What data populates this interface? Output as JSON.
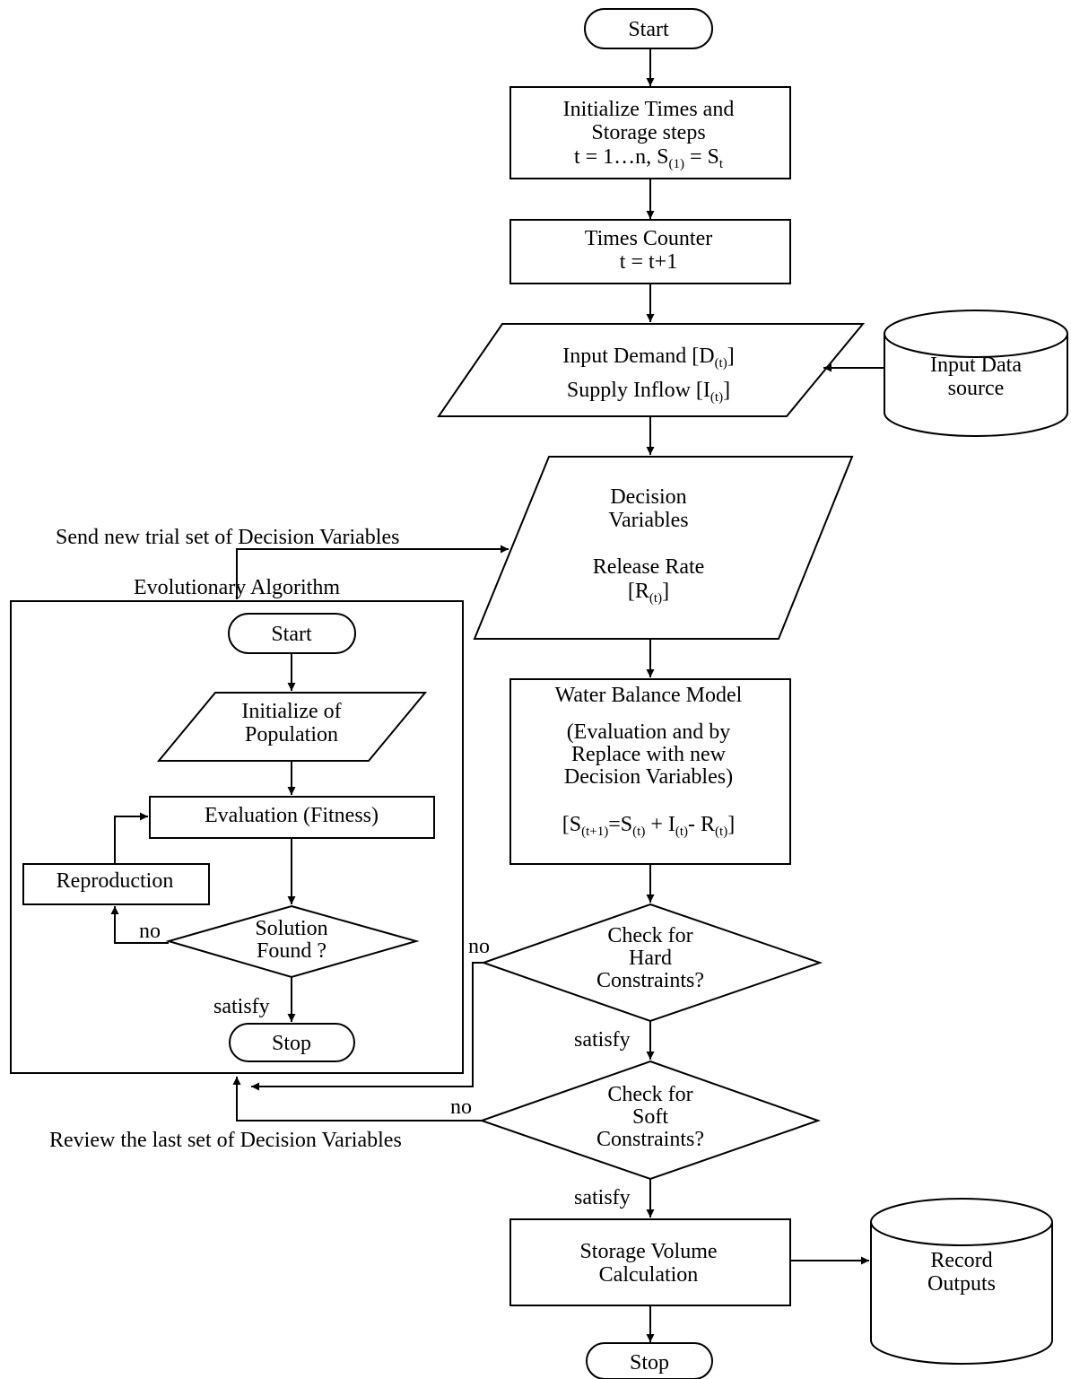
{
  "flow": {
    "start": "Start",
    "init_times": {
      "line1": "Initialize Times and",
      "line2": "Storage steps",
      "line3": "t = 1…n, S",
      "s_sub": "(1)",
      "eq": " = S",
      "t_sub": "t"
    },
    "counter": {
      "line1": "Times Counter",
      "line2": "t = t+1"
    },
    "input": {
      "demand": "Input Demand [D",
      "demand_sub": "(t)",
      "demand_close": "]",
      "inflow": "Supply Inflow [I",
      "inflow_sub": "(t)",
      "inflow_close": "]"
    },
    "datasource": {
      "line1": "Input Data",
      "line2": "source"
    },
    "decision": {
      "line1": "Decision",
      "line2": "Variables",
      "line3": "Release Rate",
      "line4": "[R",
      "line4_sub": "(t)",
      "line4_close": "]"
    },
    "model": {
      "line1": "Water Balance  Model",
      "line2": "(Evaluation and by",
      "line3": "Replace with new",
      "line4": "Decision Variables)",
      "eq_a": "[S",
      "eq_a_sub": "(t+1)",
      "eq_b": "=S",
      "eq_b_sub": "(t)",
      "eq_c": " + I",
      "eq_c_sub": "(t)",
      "eq_d": "- R",
      "eq_d_sub": "(t)",
      "eq_e": "]"
    },
    "hard": {
      "line1": "Check for",
      "line2": "Hard",
      "line3": "Constraints?"
    },
    "soft": {
      "line1": "Check for",
      "line2": "Soft",
      "line3": "Constraints?"
    },
    "storage": {
      "line1": "Storage Volume",
      "line2": "Calculation"
    },
    "record": {
      "line1": "Record",
      "line2": "Outputs"
    },
    "stop": "Stop",
    "send_label": "Send new trial set of Decision Variables",
    "review_label": "Review the last set of Decision  Variables",
    "no": "no",
    "satisfy": "satisfy"
  },
  "ea": {
    "title": "Evolutionary Algorithm",
    "start": "Start",
    "init": {
      "line1": "Initialize of",
      "line2": "Population"
    },
    "evaluation": "Evaluation (Fitness)",
    "reproduction": "Reproduction",
    "solution": {
      "line1": "Solution",
      "line2": "Found ?"
    },
    "stop": "Stop",
    "no": "no",
    "satisfy": "satisfy"
  }
}
